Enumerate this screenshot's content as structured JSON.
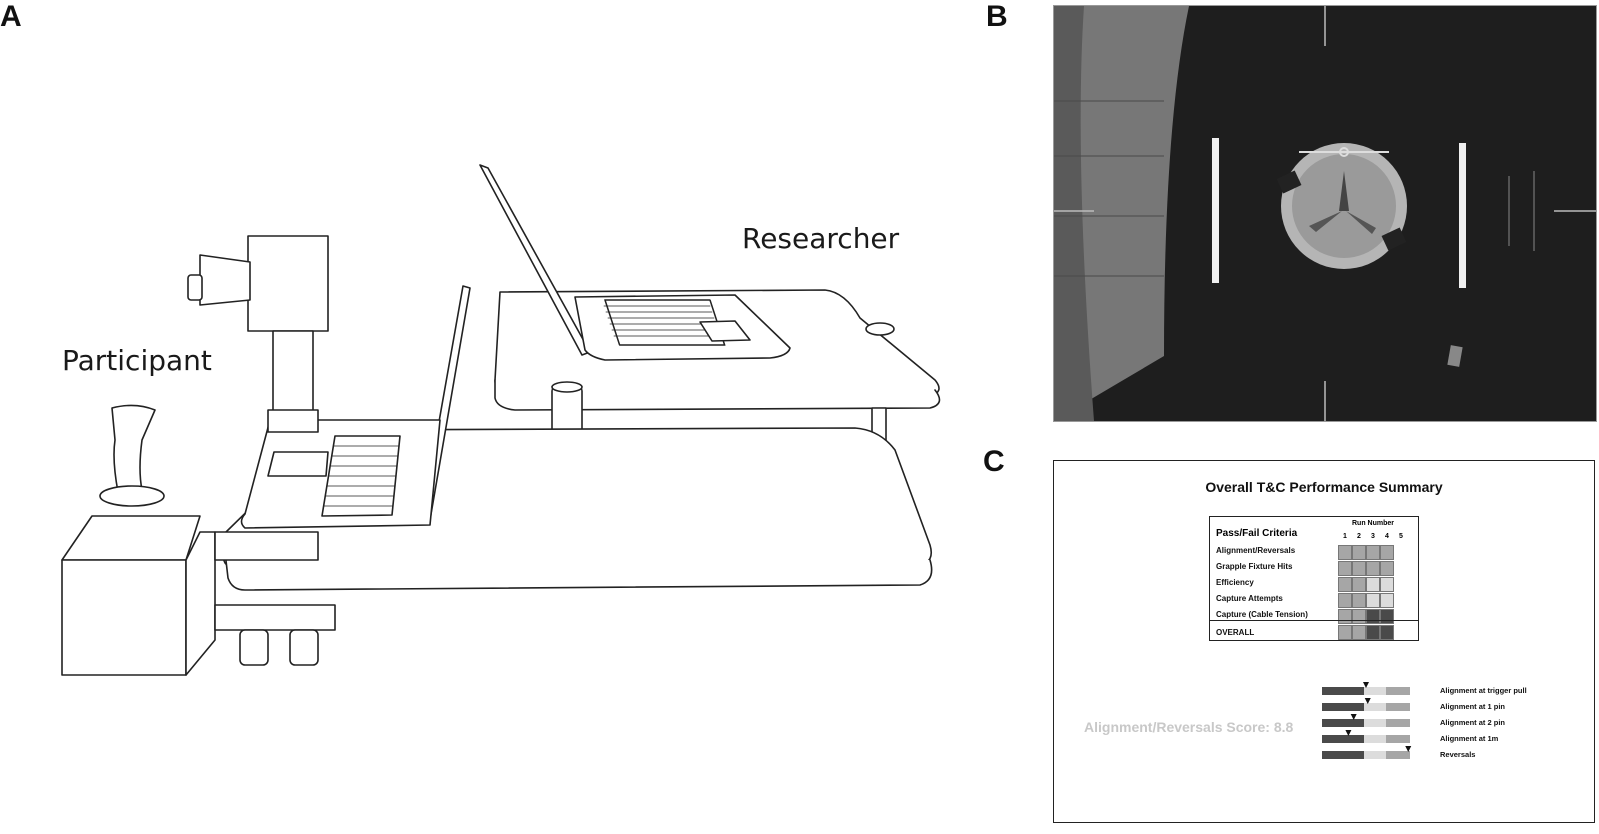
{
  "panels": {
    "a": {
      "letter": "A",
      "researcher_label": "Researcher",
      "participant_label": "Participant"
    },
    "b": {
      "letter": "B"
    },
    "c": {
      "letter": "C"
    }
  },
  "summary": {
    "title": "Overall T&C Performance Summary",
    "criteria_header": "Pass/Fail Criteria",
    "run_number_label": "Run Number",
    "runs": [
      "1",
      "2",
      "3",
      "4",
      "5"
    ],
    "criteria": [
      "Alignment/Reversals",
      "Grapple Fixture Hits",
      "Efficiency",
      "Capture Attempts",
      "Capture (Cable Tension)"
    ],
    "overall_label": "OVERALL",
    "cells": [
      [
        "mid",
        "mid",
        "mid",
        "mid",
        "empty"
      ],
      [
        "mid",
        "mid",
        "mid",
        "mid",
        "empty"
      ],
      [
        "mid",
        "mid",
        "light",
        "light",
        "empty"
      ],
      [
        "mid",
        "mid",
        "light",
        "light",
        "empty"
      ],
      [
        "mid",
        "mid",
        "dark",
        "dark",
        "empty"
      ],
      [
        "mid",
        "mid",
        "dark",
        "dark",
        "empty"
      ]
    ],
    "score_text": "Alignment/Reversals Score: 8.8",
    "metrics": [
      {
        "label": "Alignment at trigger pull",
        "marker": 0.5
      },
      {
        "label": "Alignment at 1 pin",
        "marker": 0.52
      },
      {
        "label": "Alignment at 2 pin",
        "marker": 0.36
      },
      {
        "label": "Alignment at 1m",
        "marker": 0.3
      },
      {
        "label": "Reversals",
        "marker": 0.98
      }
    ],
    "colors": {
      "dark": "#4a4a4a",
      "mid": "#a6a6a6",
      "light": "#dcdcdc",
      "empty": "#ffffff"
    }
  }
}
